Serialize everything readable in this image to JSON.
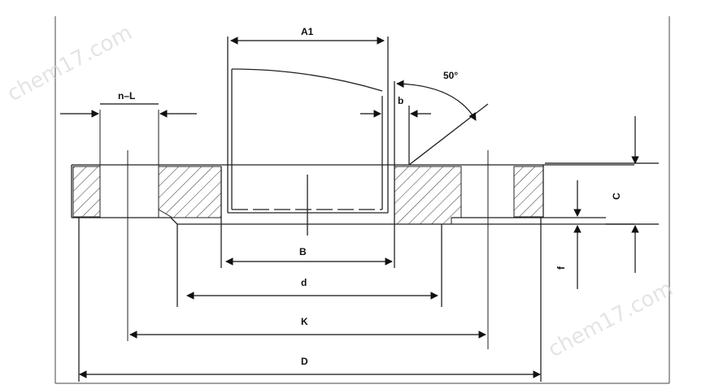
{
  "diagram": {
    "labels": {
      "A1": "A1",
      "angle": "50°",
      "nL": "n–L",
      "b": "b",
      "C": "C",
      "f": "f",
      "B": "B",
      "d": "d",
      "K": "K",
      "D": "D"
    },
    "watermarks": [
      "chem17.com",
      "chem17.com"
    ]
  }
}
